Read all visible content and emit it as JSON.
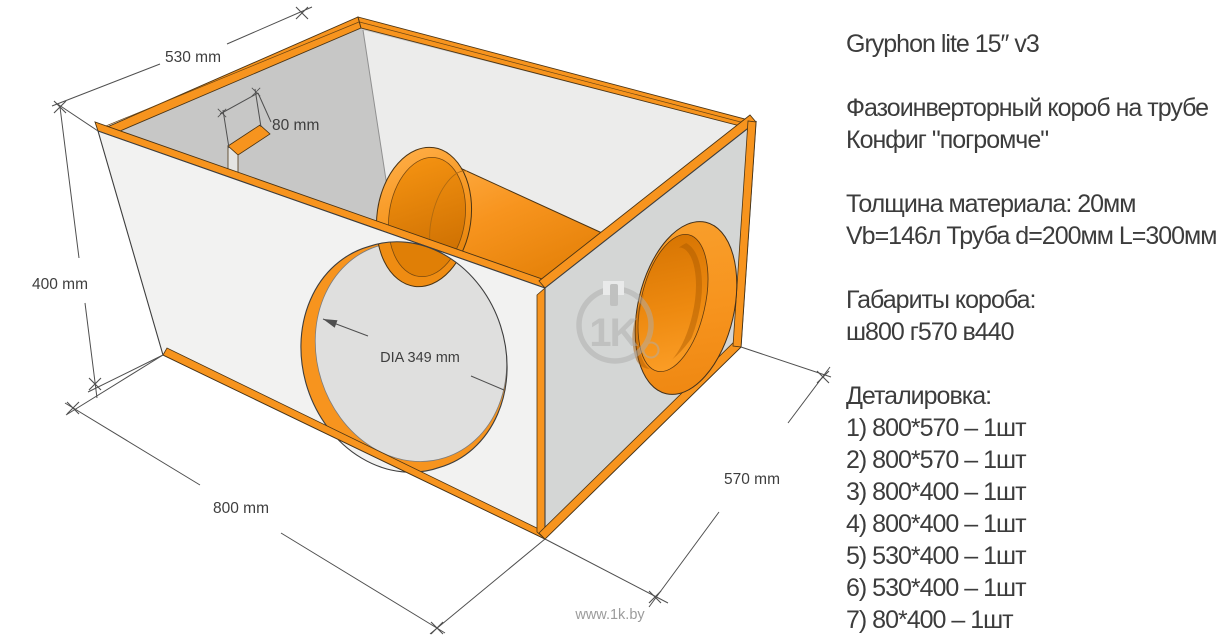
{
  "drawing": {
    "labels": {
      "dim_530": "530 mm",
      "dim_80": "80 mm",
      "dim_400": "400 mm",
      "dim_800": "800 mm",
      "dim_570": "570 mm",
      "dia": "DIA 349 mm"
    },
    "watermark": {
      "logo": "1K",
      "url": "www.1k.by"
    },
    "colors": {
      "accent_orange": "#F7941E",
      "panel_front": "#F2F2F1",
      "panel_side": "#D4D6D5",
      "interior": "#C7C7C6",
      "back_wall": "#ECECEB",
      "line": "#4F4F4F"
    }
  },
  "specs": {
    "title": "Gryphon lite 15″ v3",
    "description_line1": "Фазоинверторный короб на трубе",
    "description_line2": "Конфиг \"погромче\"",
    "material_line1": "Толщина материала: 20мм",
    "material_line2": "Vb=146л Труба d=200мм L=300мм",
    "overall_title": "Габариты короба:",
    "overall_values": "ш800 г570 в440",
    "parts_title": "Деталировка:",
    "parts": [
      "1) 800*570 – 1шт",
      "2) 800*570 – 1шт",
      "3) 800*400 – 1шт",
      "4) 800*400 – 1шт",
      "5) 530*400 – 1шт",
      "6) 530*400 – 1шт",
      "7) 80*400 – 1шт"
    ]
  }
}
